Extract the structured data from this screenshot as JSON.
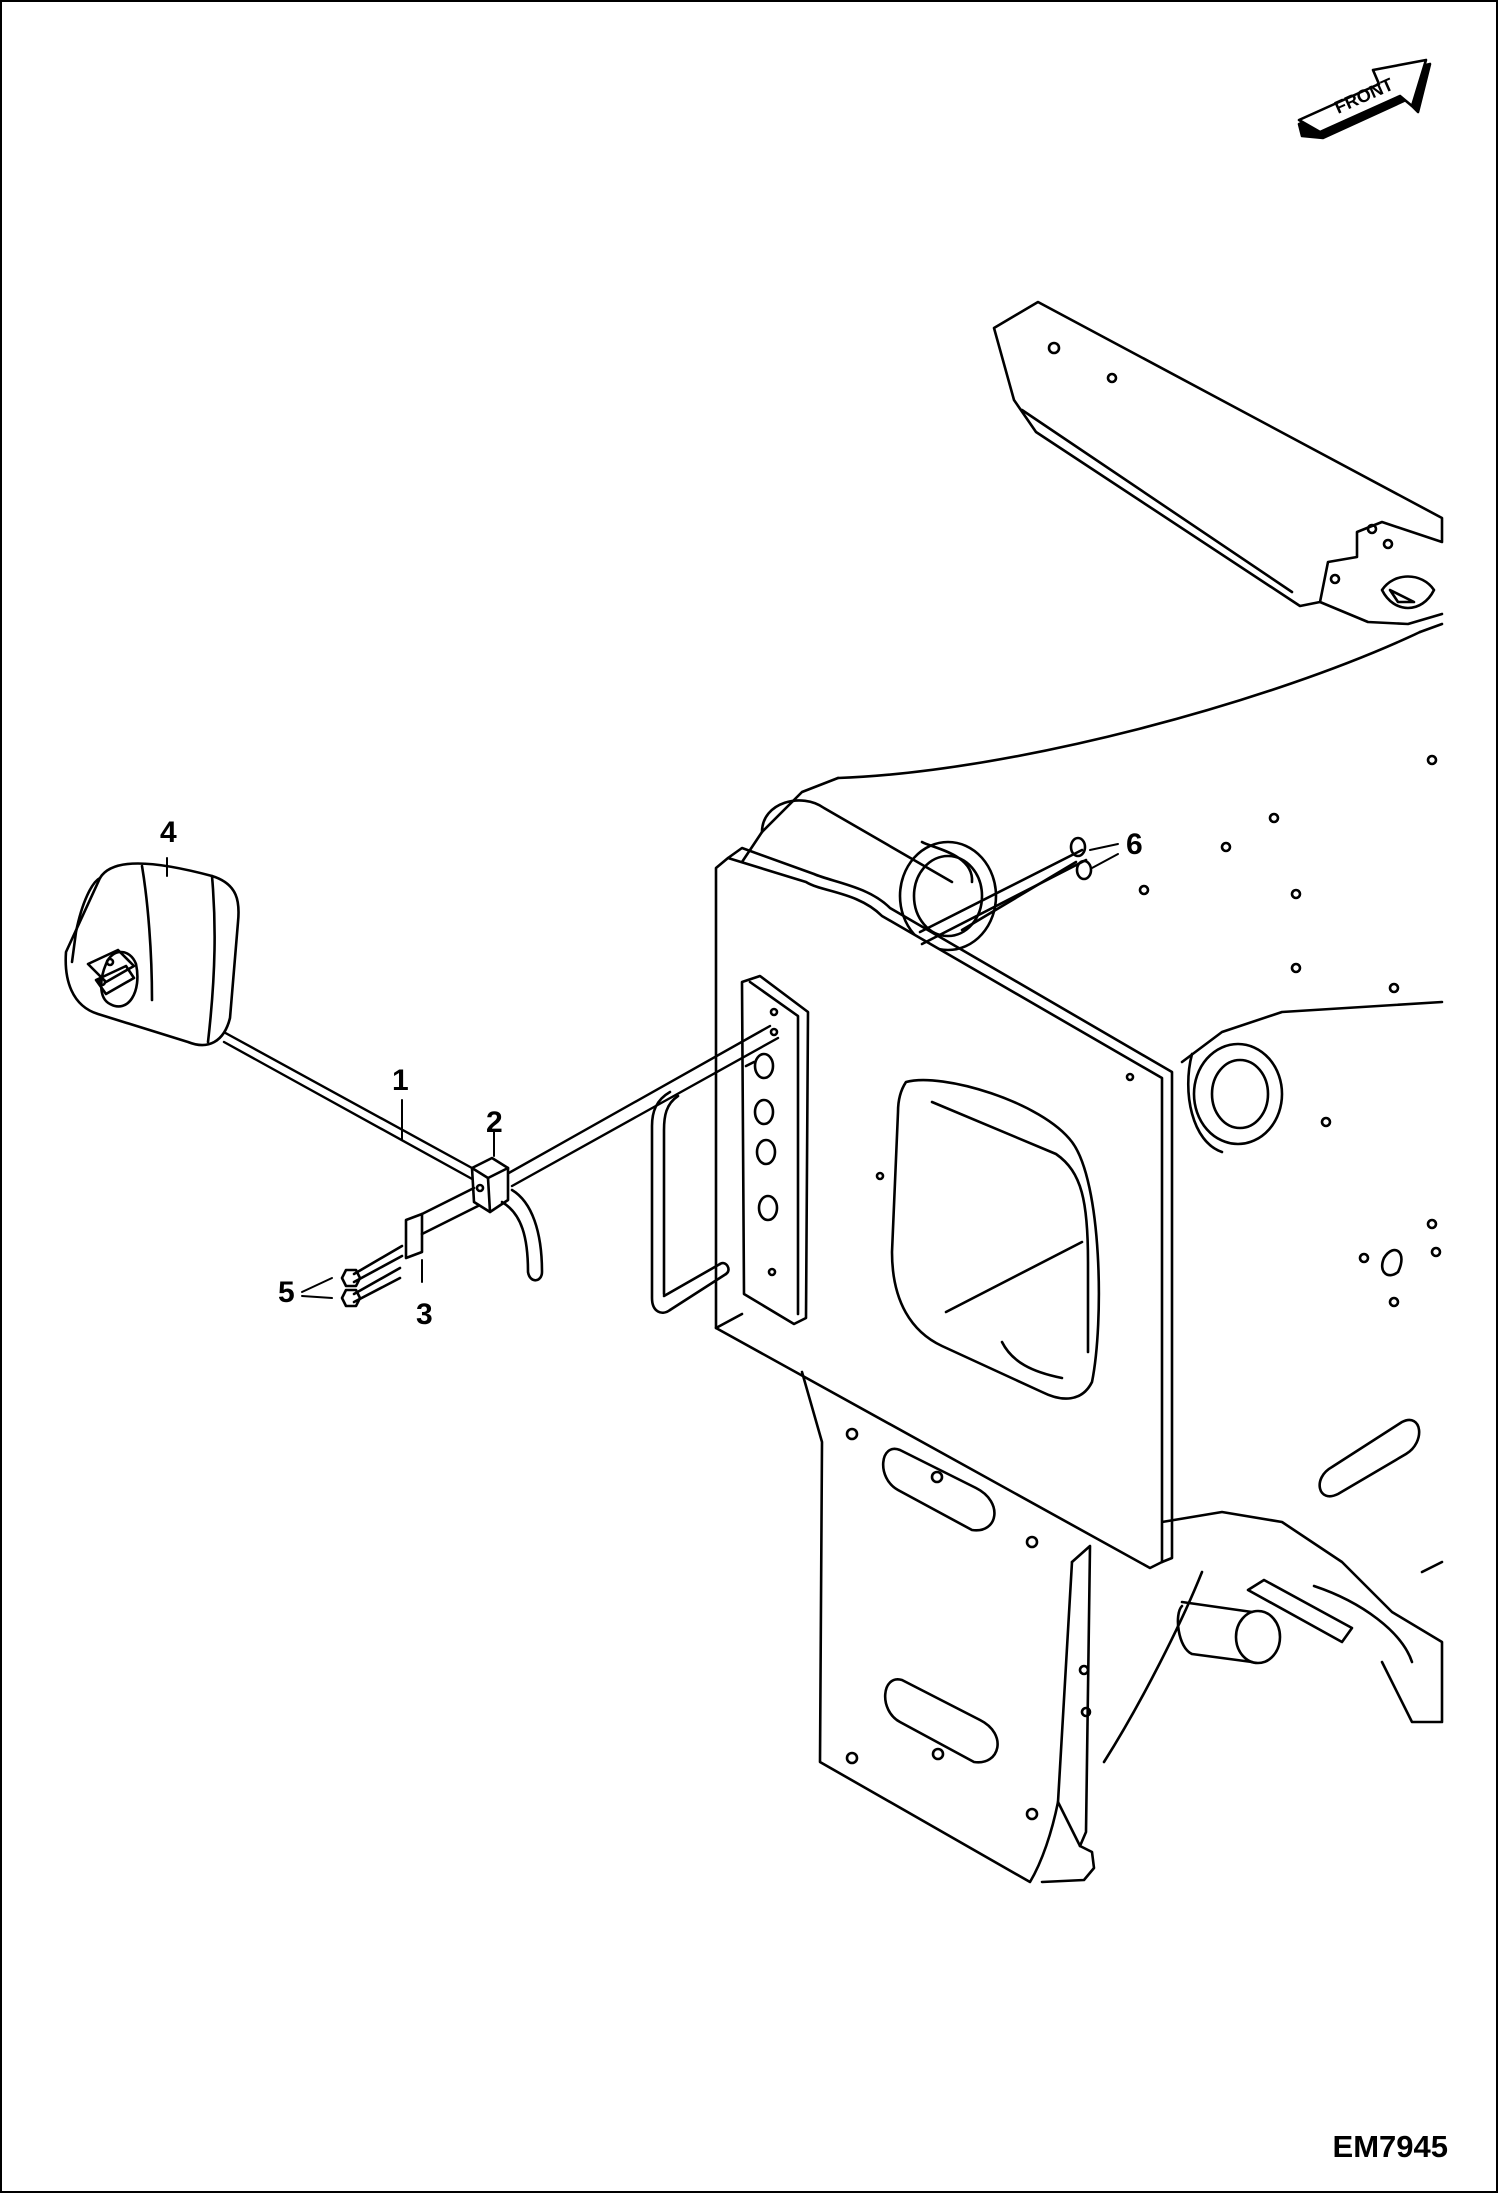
{
  "orientation": {
    "label": "FRONT"
  },
  "callouts": [
    "1",
    "2",
    "3",
    "4",
    "5",
    "6"
  ],
  "drawing_id": "EM7945"
}
